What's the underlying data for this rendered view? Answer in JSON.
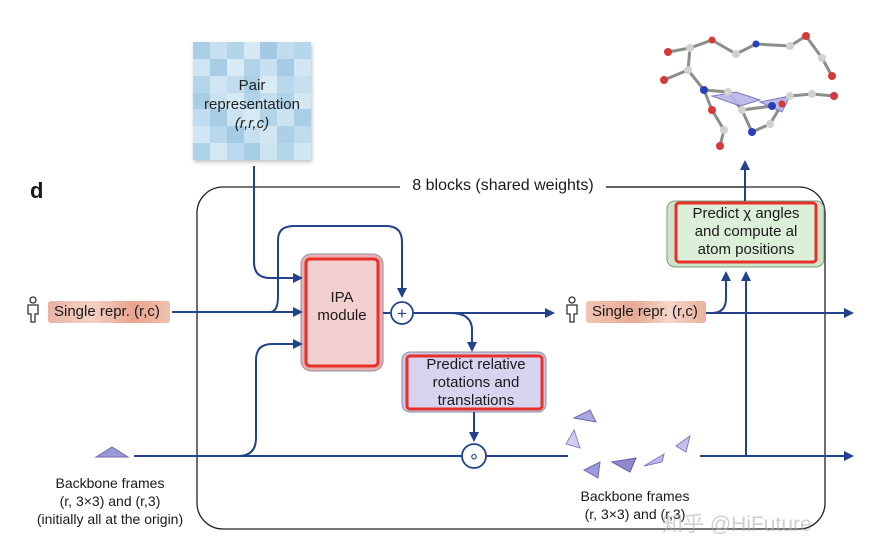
{
  "panel_label": "d",
  "pair_representation": {
    "line1": "Pair",
    "line2": "representation",
    "line3": "(r,r,c)"
  },
  "blocks_label": "8 blocks (shared weights)",
  "ipa_module": {
    "line1": "IPA",
    "line2": "module"
  },
  "predict_rotations": {
    "line1": "Predict relative",
    "line2": "rotations and",
    "line3": "translations"
  },
  "predict_chi": {
    "line1": "Predict χ angles",
    "line2": "and compute al",
    "line3": "atom positions"
  },
  "single_repr_input": "Single repr. (r,c)",
  "single_repr_output": "Single repr. (r,c)",
  "plus_symbol": "+",
  "compose_symbol": "∘",
  "backbone_input": {
    "line1": "Backbone frames",
    "line2": "(r, 3×3) and (r,3)",
    "line3": "(initially all at the origin)"
  },
  "backbone_output": {
    "line1": "Backbone frames",
    "line2": "(r, 3×3) and (r,3)"
  },
  "watermark": "知乎 @HiFuture",
  "colors": {
    "arrow": "#22428c",
    "highlight_red": "#e8302a",
    "ipa_fill": "#f2c6c6",
    "rotation_fill": "#d2d0ec",
    "chi_fill": "#d6ead3",
    "frame_purple": "#9b98d6"
  },
  "icons": [
    "person-icon",
    "triangle-frame-icon",
    "protein-structure-icon"
  ]
}
